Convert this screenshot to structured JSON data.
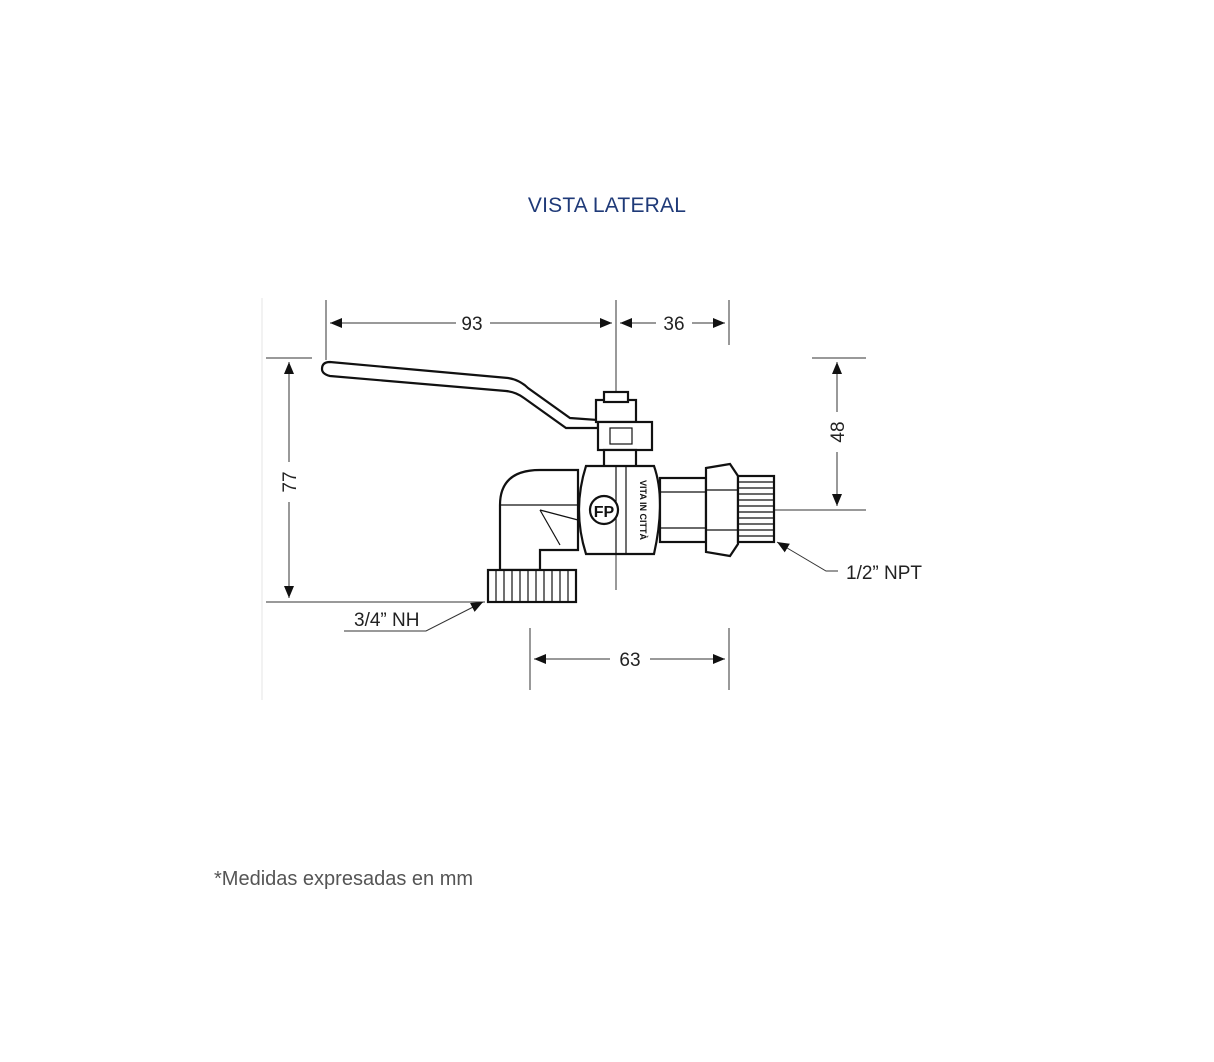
{
  "title": "VISTA LATERAL",
  "footnote": "*Medidas expresadas en mm",
  "dimensions": {
    "handle_length": "93",
    "top_right": "36",
    "height": "77",
    "outlet_height": "48",
    "bottom_width": "63"
  },
  "callouts": {
    "inlet_thread": "3/4” NH",
    "outlet_thread": "1/2” NPT"
  },
  "body_marks": {
    "logo": "FP",
    "engraving": "VITA IN CITTÀ"
  },
  "colors": {
    "title": "#1f3a78",
    "footnote": "#555555",
    "lines": "#111111"
  }
}
